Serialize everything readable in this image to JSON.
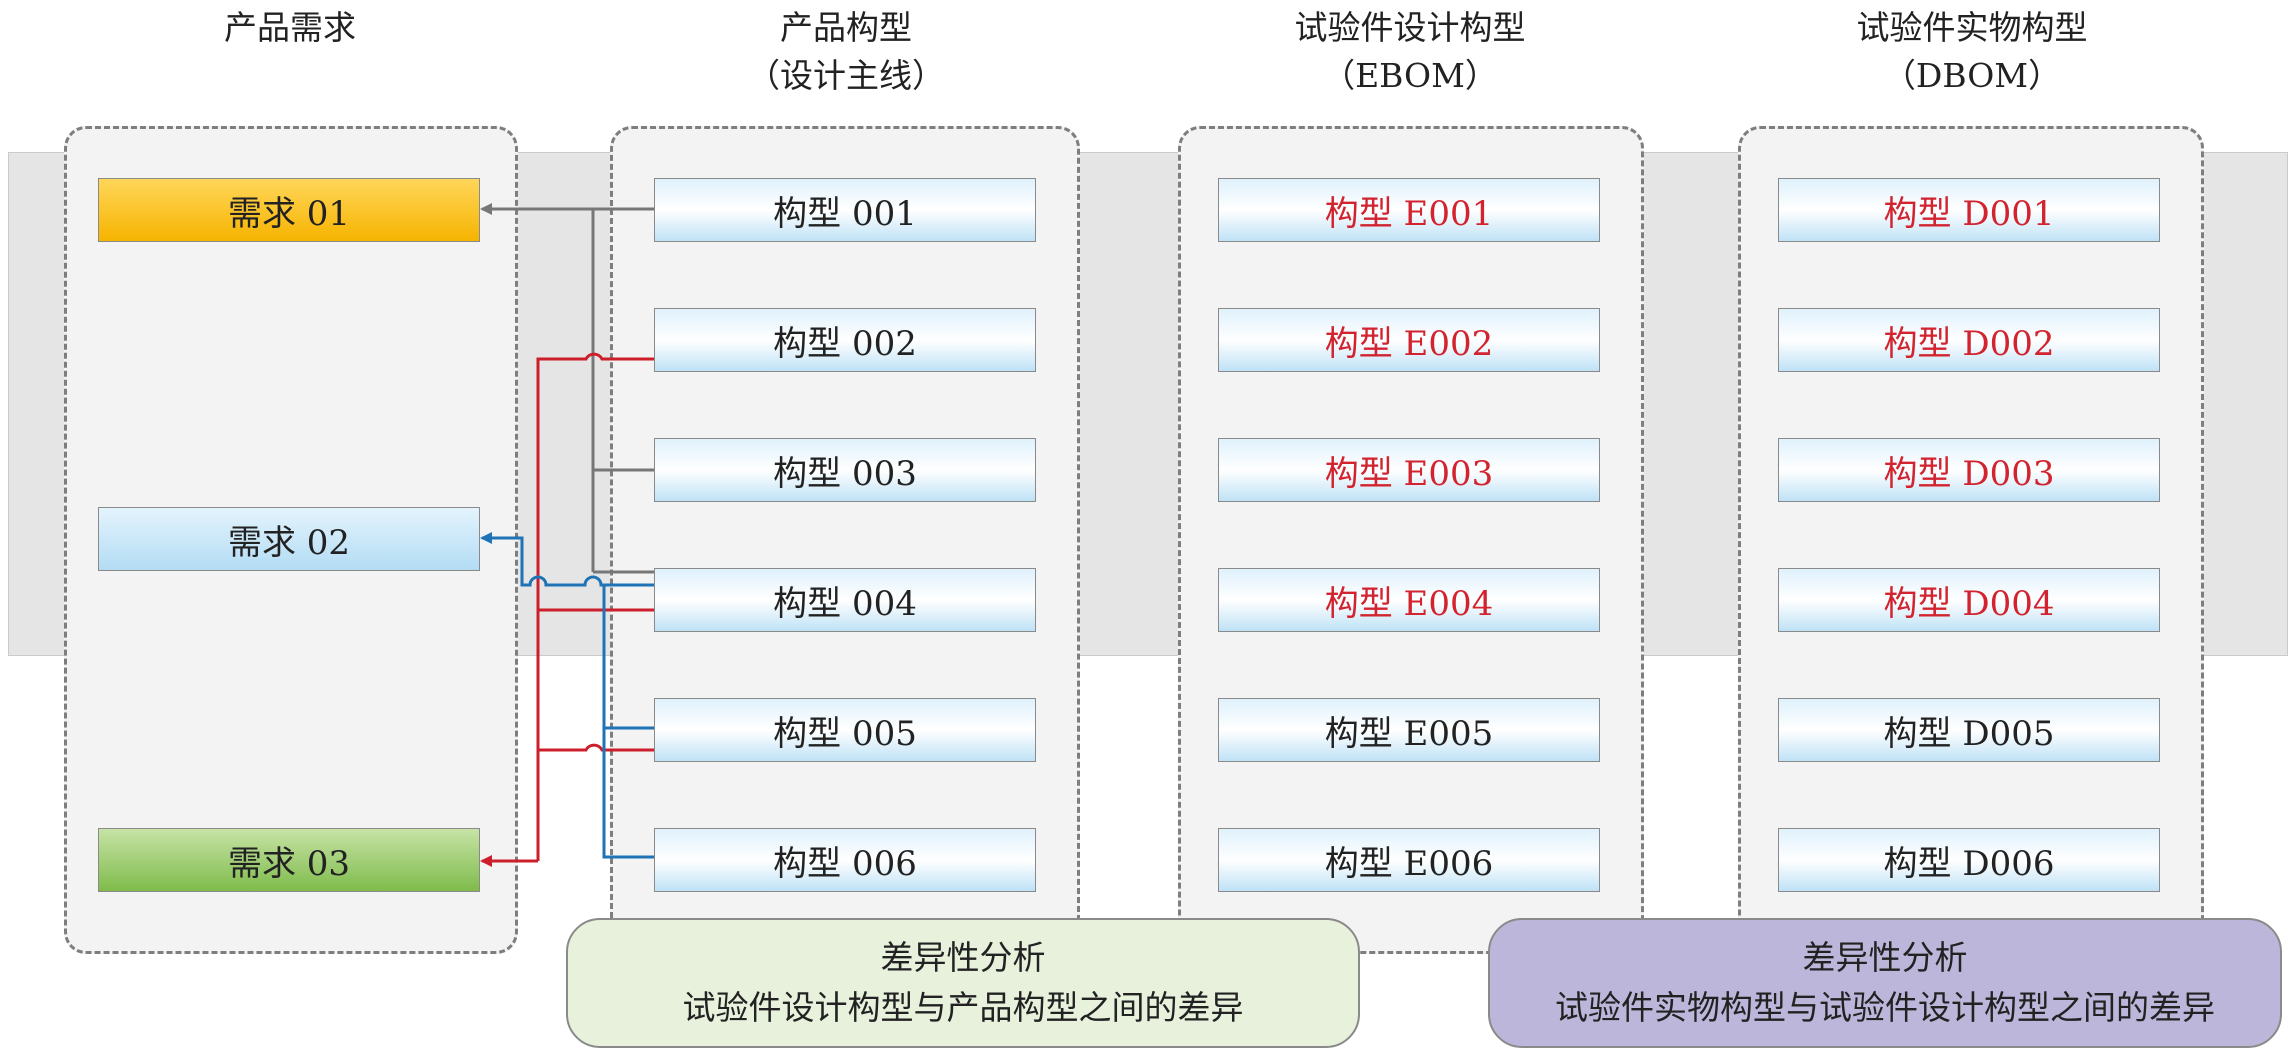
{
  "columns": [
    {
      "title": "产品需求",
      "subtitle": ""
    },
    {
      "title": "产品构型",
      "subtitle": "（设计主线）"
    },
    {
      "title": "试验件设计构型",
      "subtitle": "（EBOM）"
    },
    {
      "title": "试验件实物构型",
      "subtitle": "（DBOM）"
    }
  ],
  "requirements": [
    "需求 01",
    "需求 02",
    "需求 03"
  ],
  "product_configs": [
    "构型 001",
    "构型 002",
    "构型 003",
    "构型 004",
    "构型 005",
    "构型 006"
  ],
  "ebom_configs": [
    "构型 E001",
    "构型 E002",
    "构型 E003",
    "构型 E004",
    "构型 E005",
    "构型 E006"
  ],
  "dbom_configs": [
    "构型 D001",
    "构型 D002",
    "构型 D003",
    "构型 D004",
    "构型 D005",
    "构型 D006"
  ],
  "diff_notes": [
    {
      "title": "差异性分析",
      "text": "试验件设计构型与产品构型之间的差异"
    },
    {
      "title": "差异性分析",
      "text": "试验件实物构型与试验件设计构型之间的差异"
    }
  ],
  "highlighted_count": 4,
  "links": [
    {
      "from": "构型 001",
      "to": "需求 01",
      "color": "gray"
    },
    {
      "from": "构型 003",
      "to": "需求 01",
      "color": "gray"
    },
    {
      "from": "构型 004",
      "to": "需求 01",
      "color": "gray"
    },
    {
      "from": "构型 004",
      "to": "需求 02",
      "color": "blue"
    },
    {
      "from": "构型 005",
      "to": "需求 02",
      "color": "blue"
    },
    {
      "from": "构型 006",
      "to": "需求 02",
      "color": "blue"
    },
    {
      "from": "构型 002",
      "to": "需求 03",
      "color": "red"
    },
    {
      "from": "构型 004",
      "to": "需求 03",
      "color": "red"
    },
    {
      "from": "构型 005",
      "to": "需求 03",
      "color": "red"
    }
  ],
  "colors": {
    "highlight_text": "#d2232f",
    "gray_link": "#777777",
    "blue_link": "#1f73b7",
    "red_link": "#cc1f2b",
    "requirement_1": "#f6b400",
    "requirement_2": "#b3dcf4",
    "requirement_3": "#7fbb4b",
    "diff_note_1": "#e7f1dc",
    "diff_note_2": "#bcb7da"
  }
}
